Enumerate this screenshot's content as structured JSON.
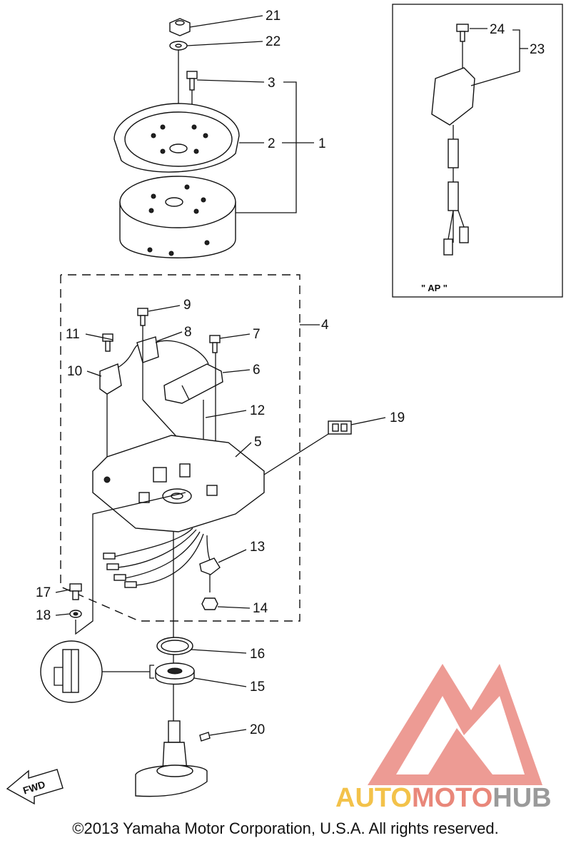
{
  "diagram": {
    "callouts": [
      "1",
      "2",
      "3",
      "4",
      "5",
      "6",
      "7",
      "8",
      "9",
      "10",
      "11",
      "12",
      "13",
      "14",
      "15",
      "16",
      "17",
      "18",
      "19",
      "20",
      "21",
      "22",
      "23",
      "24"
    ],
    "inset_label": "\" AP \"",
    "direction_label": "FWD"
  },
  "watermark": {
    "part1": "AUTO",
    "part2": "MOTO",
    "part3": "HUB",
    "colors": {
      "auto": "#f3c24a",
      "moto": "#e9877a",
      "hub": "#9a9a9a",
      "logo": "#ea8a82"
    }
  },
  "footer": {
    "copyright": "©2013 Yamaha Motor Corporation, U.S.A. All rights reserved."
  }
}
